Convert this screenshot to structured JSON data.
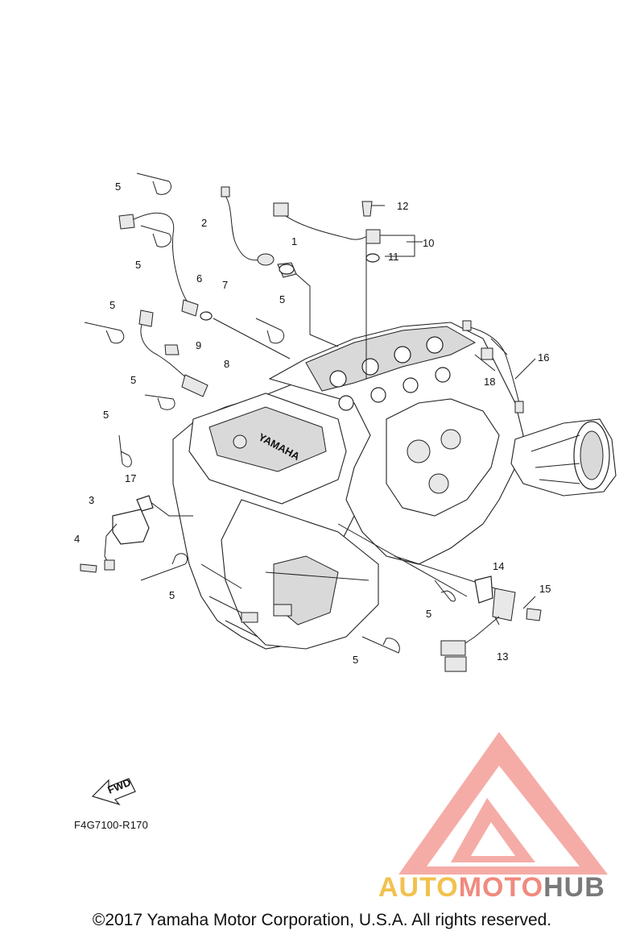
{
  "callouts": {
    "n1": "1",
    "n2": "2",
    "n3": "3",
    "n4": "4",
    "n5": "5",
    "n6": "6",
    "n7": "7",
    "n8": "8",
    "n9": "9",
    "n10": "10",
    "n11": "11",
    "n12": "12",
    "n13": "13",
    "n14": "14",
    "n15": "15",
    "n16": "16",
    "n17": "17",
    "n18": "18"
  },
  "engine_label": "YAMAHA",
  "fwd_label": "FWD",
  "diagram_code": "F4G7100-R170",
  "watermark": {
    "part1": "AUTO",
    "part2": "MOTO",
    "part3": "HUB"
  },
  "copyright": "©2017 Yamaha Motor Corporation, U.S.A. All rights reserved.",
  "colors": {
    "watermark_red": "#e8544a",
    "watermark_yellow": "#f2c14e",
    "watermark_grey": "#7a7a7a"
  }
}
